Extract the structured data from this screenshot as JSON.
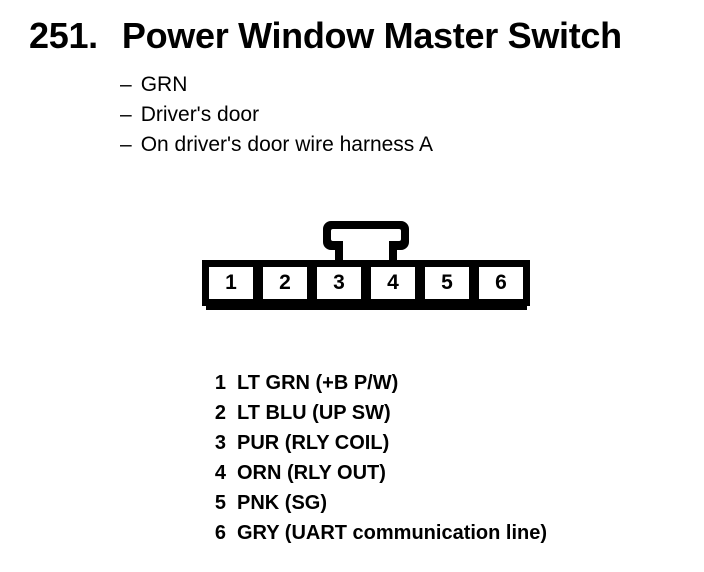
{
  "header": {
    "number": "251.",
    "title": "Power Window Master Switch"
  },
  "details": {
    "bullet": "–",
    "items": [
      "GRN",
      "Driver's door",
      "On driver's door wire harness A"
    ]
  },
  "connector": {
    "pin_numbers": [
      "1",
      "2",
      "3",
      "4",
      "5",
      "6"
    ]
  },
  "pinout": {
    "rows": [
      {
        "pin": "1",
        "label": "LT GRN (+B P/W)"
      },
      {
        "pin": "2",
        "label": "LT BLU (UP SW)"
      },
      {
        "pin": "3",
        "label": "PUR (RLY COIL)"
      },
      {
        "pin": "4",
        "label": "ORN (RLY OUT)"
      },
      {
        "pin": "5",
        "label": "PNK (SG)"
      },
      {
        "pin": "6",
        "label": "GRY (UART communication line)"
      }
    ]
  },
  "colors": {
    "ink": "#000000",
    "paper": "#ffffff"
  }
}
